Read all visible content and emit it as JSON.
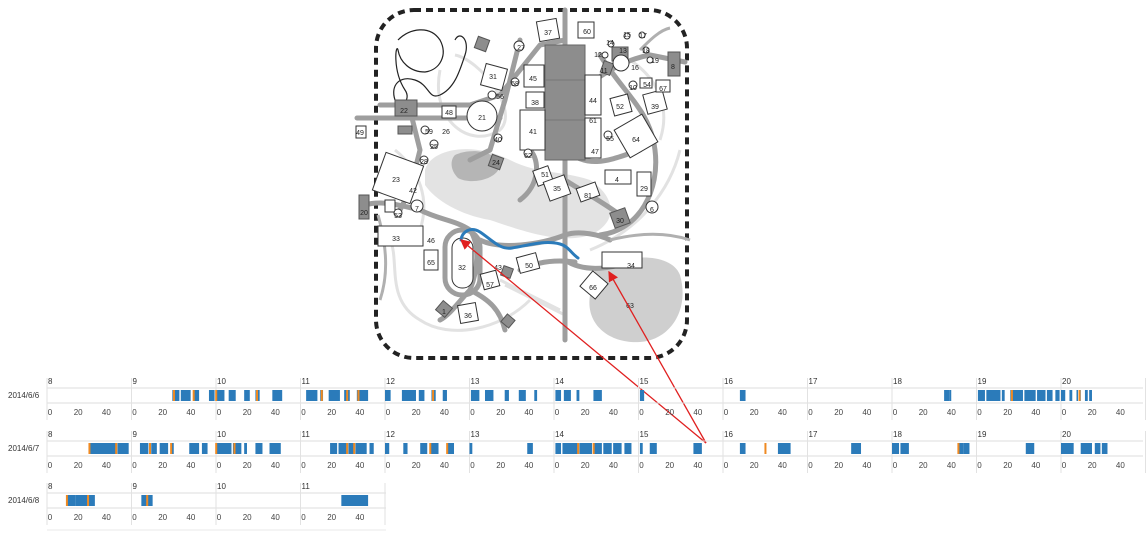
{
  "colors": {
    "visit": "#2b7bba",
    "marker": "#ef8a22",
    "arrow": "#e02020",
    "path": "#2b7bba",
    "road": "#9a9a9a",
    "building_fill": "#8d8d8d"
  },
  "map": {
    "labels": [
      {
        "id": "27",
        "t": "27"
      },
      {
        "id": "37",
        "t": "37"
      },
      {
        "id": "60",
        "t": "60"
      },
      {
        "id": "12",
        "t": "12"
      },
      {
        "id": "14",
        "t": "14"
      },
      {
        "id": "15",
        "t": "15"
      },
      {
        "id": "17",
        "t": "17"
      },
      {
        "id": "13",
        "t": "13"
      },
      {
        "id": "18",
        "t": "18"
      },
      {
        "id": "11",
        "t": "11"
      },
      {
        "id": "16",
        "t": "16"
      },
      {
        "id": "19",
        "t": "19"
      },
      {
        "id": "31",
        "t": "31"
      },
      {
        "id": "58",
        "t": "58"
      },
      {
        "id": "45",
        "t": "45"
      },
      {
        "id": "10",
        "t": "10"
      },
      {
        "id": "54",
        "t": "54"
      },
      {
        "id": "67",
        "t": "67"
      },
      {
        "id": "56",
        "t": "56"
      },
      {
        "id": "38",
        "t": "38"
      },
      {
        "id": "44",
        "t": "44"
      },
      {
        "id": "52",
        "t": "52"
      },
      {
        "id": "39",
        "t": "39"
      },
      {
        "id": "22",
        "t": "22"
      },
      {
        "id": "48",
        "t": "48"
      },
      {
        "id": "21",
        "t": "21"
      },
      {
        "id": "61",
        "t": "61"
      },
      {
        "id": "49",
        "t": "49"
      },
      {
        "id": "59",
        "t": "59"
      },
      {
        "id": "26",
        "t": "26"
      },
      {
        "id": "41",
        "t": "41"
      },
      {
        "id": "55",
        "t": "55"
      },
      {
        "id": "64",
        "t": "64"
      },
      {
        "id": "25",
        "t": "25"
      },
      {
        "id": "40",
        "t": "40"
      },
      {
        "id": "47",
        "t": "47"
      },
      {
        "id": "62",
        "t": "62"
      },
      {
        "id": "28",
        "t": "28"
      },
      {
        "id": "24",
        "t": "24"
      },
      {
        "id": "51",
        "t": "51"
      },
      {
        "id": "4",
        "t": "4"
      },
      {
        "id": "23",
        "t": "23"
      },
      {
        "id": "35",
        "t": "35"
      },
      {
        "id": "29",
        "t": "29"
      },
      {
        "id": "42",
        "t": "42"
      },
      {
        "id": "81",
        "t": "81"
      },
      {
        "id": "20",
        "t": "20"
      },
      {
        "id": "7",
        "t": "7"
      },
      {
        "id": "6",
        "t": "6"
      },
      {
        "id": "53",
        "t": "53"
      },
      {
        "id": "30",
        "t": "30"
      },
      {
        "id": "33",
        "t": "33"
      },
      {
        "id": "46",
        "t": "46"
      },
      {
        "id": "65",
        "t": "65"
      },
      {
        "id": "32",
        "t": "32"
      },
      {
        "id": "43",
        "t": "43"
      },
      {
        "id": "50",
        "t": "50"
      },
      {
        "id": "34",
        "t": "34"
      },
      {
        "id": "57",
        "t": "57"
      },
      {
        "id": "66",
        "t": "66"
      },
      {
        "id": "63",
        "t": "63"
      },
      {
        "id": "36",
        "t": "36"
      },
      {
        "id": "1",
        "t": "1"
      },
      {
        "id": "8",
        "t": "8"
      }
    ]
  },
  "timeline": {
    "hours": [
      "8",
      "9",
      "10",
      "11",
      "12",
      "13",
      "14",
      "15",
      "16",
      "17",
      "18",
      "19",
      "20"
    ],
    "minute_ticks": [
      "0",
      "20",
      "40"
    ],
    "rows": [
      {
        "date": "2014/6/6",
        "segments": [
          [
            9,
            29,
            34
          ],
          [
            9,
            35,
            42
          ],
          [
            9,
            44,
            48
          ],
          [
            9,
            55,
            59
          ],
          [
            10,
            0,
            6
          ],
          [
            10,
            9,
            14
          ],
          [
            10,
            20,
            24
          ],
          [
            10,
            28,
            31
          ],
          [
            10,
            40,
            47
          ],
          [
            11,
            4,
            12
          ],
          [
            11,
            14,
            16
          ],
          [
            11,
            20,
            28
          ],
          [
            11,
            31,
            35
          ],
          [
            11,
            40,
            48
          ],
          [
            12,
            0,
            4
          ],
          [
            12,
            12,
            22
          ],
          [
            12,
            24,
            28
          ],
          [
            12,
            33,
            36
          ],
          [
            12,
            41,
            44
          ],
          [
            13,
            1,
            7
          ],
          [
            13,
            11,
            17
          ],
          [
            13,
            25,
            28
          ],
          [
            13,
            35,
            40
          ],
          [
            13,
            46,
            48
          ],
          [
            14,
            1,
            5
          ],
          [
            14,
            7,
            12
          ],
          [
            14,
            16,
            18
          ],
          [
            14,
            28,
            34
          ],
          [
            15,
            1,
            4
          ],
          [
            16,
            12,
            16
          ],
          [
            18,
            37,
            41
          ],
          [
            18,
            41,
            42
          ],
          [
            19,
            1,
            6
          ],
          [
            19,
            7,
            17
          ],
          [
            19,
            18,
            20
          ],
          [
            19,
            24,
            33
          ],
          [
            19,
            34,
            42
          ],
          [
            19,
            43,
            49
          ],
          [
            19,
            50,
            54
          ],
          [
            19,
            56,
            59
          ],
          [
            20,
            0,
            3
          ],
          [
            20,
            6,
            8
          ],
          [
            20,
            11,
            12
          ],
          [
            20,
            13,
            14
          ],
          [
            20,
            17,
            19
          ],
          [
            20,
            20,
            22
          ]
        ],
        "markers": [
          [
            9,
            30
          ],
          [
            9,
            44
          ],
          [
            10,
            0
          ],
          [
            10,
            29
          ],
          [
            11,
            15
          ],
          [
            11,
            33
          ],
          [
            11,
            41
          ],
          [
            12,
            34
          ],
          [
            19,
            25
          ],
          [
            20,
            13
          ]
        ]
      },
      {
        "date": "2014/6/7",
        "segments": [
          [
            8,
            30,
            49
          ],
          [
            8,
            50,
            58
          ],
          [
            9,
            6,
            12
          ],
          [
            9,
            14,
            18
          ],
          [
            9,
            20,
            26
          ],
          [
            9,
            28,
            30
          ],
          [
            9,
            41,
            48
          ],
          [
            9,
            50,
            54
          ],
          [
            10,
            0,
            11
          ],
          [
            10,
            12,
            18
          ],
          [
            10,
            20,
            22
          ],
          [
            10,
            28,
            33
          ],
          [
            10,
            38,
            46
          ],
          [
            11,
            21,
            26
          ],
          [
            11,
            27,
            33
          ],
          [
            11,
            34,
            38
          ],
          [
            11,
            39,
            47
          ],
          [
            11,
            49,
            52
          ],
          [
            12,
            0,
            3
          ],
          [
            12,
            13,
            16
          ],
          [
            12,
            25,
            30
          ],
          [
            12,
            32,
            38
          ],
          [
            12,
            44,
            49
          ],
          [
            13,
            0,
            2
          ],
          [
            13,
            41,
            45
          ],
          [
            14,
            1,
            5
          ],
          [
            14,
            6,
            17
          ],
          [
            14,
            18,
            27
          ],
          [
            14,
            28,
            34
          ],
          [
            14,
            35,
            41
          ],
          [
            14,
            42,
            48
          ],
          [
            14,
            50,
            55
          ],
          [
            15,
            1,
            3
          ],
          [
            15,
            8,
            13
          ],
          [
            15,
            39,
            45
          ],
          [
            16,
            12,
            16
          ],
          [
            16,
            39,
            48
          ],
          [
            17,
            31,
            38
          ],
          [
            18,
            0,
            5
          ],
          [
            18,
            6,
            12
          ],
          [
            18,
            47,
            51
          ],
          [
            18,
            51,
            55
          ],
          [
            19,
            35,
            41
          ],
          [
            20,
            0,
            9
          ],
          [
            20,
            14,
            22
          ],
          [
            20,
            24,
            28
          ],
          [
            20,
            29,
            33
          ]
        ],
        "markers": [
          [
            8,
            30
          ],
          [
            8,
            49
          ],
          [
            9,
            13
          ],
          [
            9,
            28
          ],
          [
            10,
            0
          ],
          [
            10,
            13
          ],
          [
            11,
            33
          ],
          [
            11,
            38
          ],
          [
            12,
            32
          ],
          [
            12,
            44
          ],
          [
            14,
            17
          ],
          [
            14,
            28
          ],
          [
            16,
            30
          ],
          [
            18,
            47
          ]
        ]
      },
      {
        "date": "2014/6/8",
        "segments": [
          [
            8,
            14,
            20
          ],
          [
            8,
            20,
            29
          ],
          [
            8,
            29,
            34
          ],
          [
            9,
            7,
            11
          ],
          [
            9,
            11,
            15
          ],
          [
            11,
            29,
            48
          ]
        ],
        "markers": [
          [
            8,
            14
          ],
          [
            8,
            29
          ],
          [
            9,
            11
          ]
        ],
        "hours": [
          "8",
          "9",
          "10",
          "11"
        ]
      }
    ]
  }
}
